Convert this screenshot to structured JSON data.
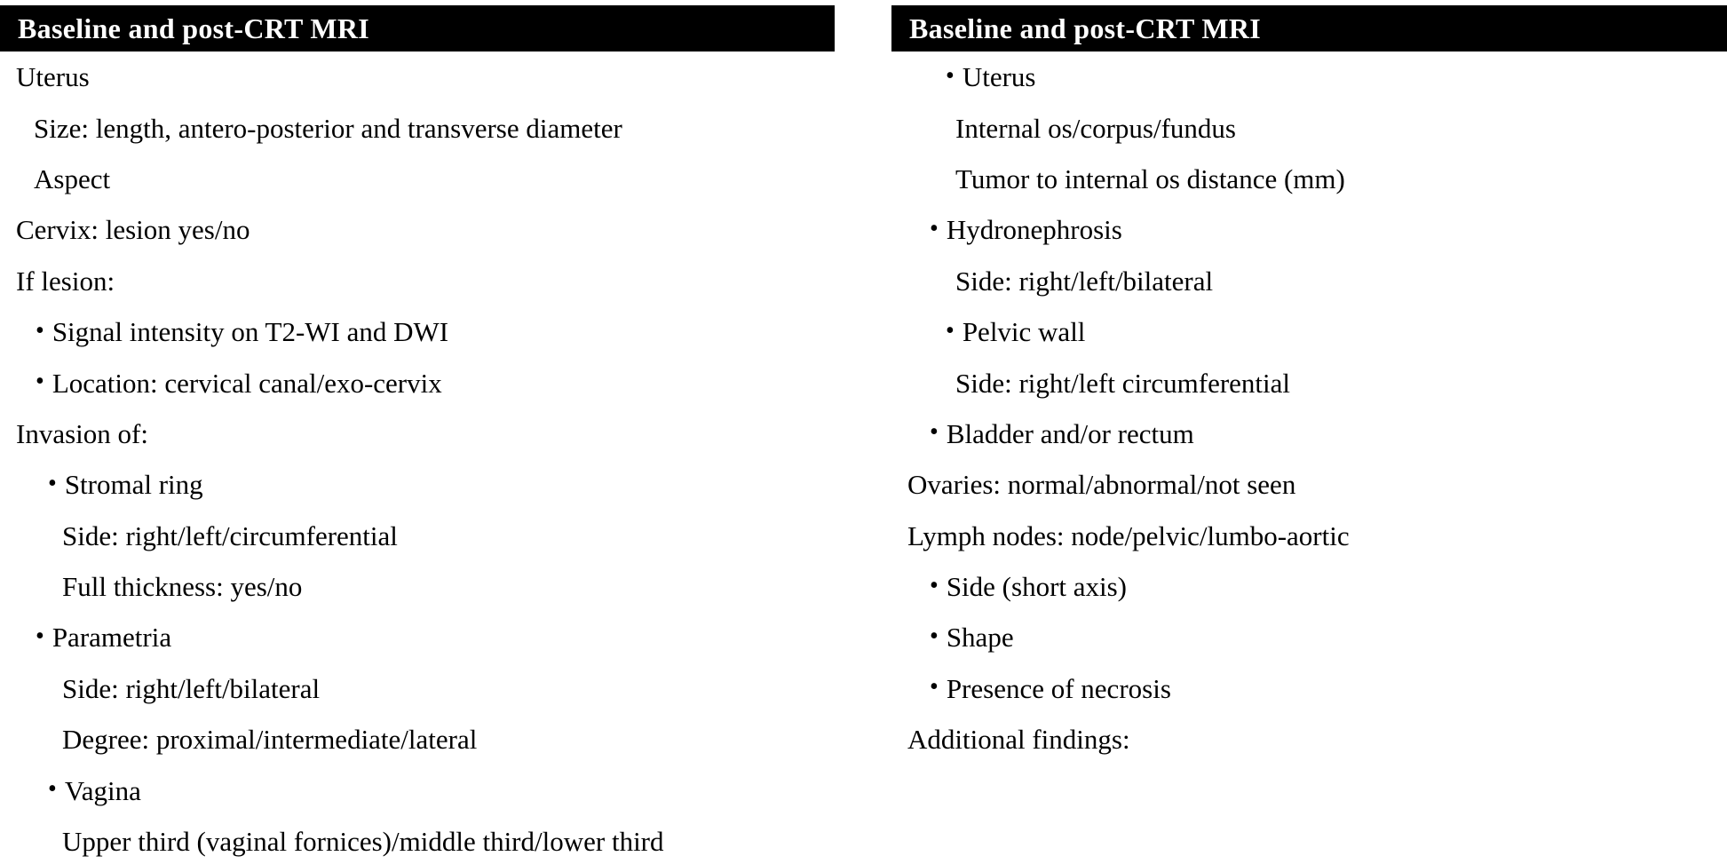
{
  "colors": {
    "header_bg": "#000000",
    "header_text": "#ffffff",
    "body_text": "#000000",
    "background": "#ffffff"
  },
  "glyphs": {
    "bullet": "•"
  },
  "left_panel": {
    "header": "Baseline and post-CRT MRI",
    "items": [
      {
        "text": "Uterus",
        "indent": 0,
        "bullet": false
      },
      {
        "text": "Size: length, antero-posterior and transverse diameter",
        "indent": 1,
        "bullet": false
      },
      {
        "text": "Aspect",
        "indent": 1,
        "bullet": false
      },
      {
        "text": "Cervix: lesion yes/no",
        "indent": 0,
        "bullet": false
      },
      {
        "text": "If lesion:",
        "indent": 0,
        "bullet": false
      },
      {
        "text": "Signal intensity on T2-WI and DWI",
        "indent": 2,
        "bullet": true
      },
      {
        "text": "Location: cervical canal/exo-cervix",
        "indent": 2,
        "bullet": true
      },
      {
        "text": "Invasion of:",
        "indent": 0,
        "bullet": false
      },
      {
        "text": "Stromal ring",
        "indent": 3,
        "bullet": true
      },
      {
        "text": "Side: right/left/circumferential",
        "indent": 4,
        "bullet": false
      },
      {
        "text": "Full thickness: yes/no",
        "indent": 4,
        "bullet": false
      },
      {
        "text": "Parametria",
        "indent": 2,
        "bullet": true
      },
      {
        "text": "Side: right/left/bilateral",
        "indent": 4,
        "bullet": false
      },
      {
        "text": "Degree: proximal/intermediate/lateral",
        "indent": 4,
        "bullet": false
      },
      {
        "text": "Vagina",
        "indent": 3,
        "bullet": true
      },
      {
        "text": "Upper third (vaginal fornices)/middle third/lower third",
        "indent": 4,
        "bullet": false
      }
    ]
  },
  "right_panel": {
    "header": "Baseline and post-CRT MRI",
    "items": [
      {
        "text": "Uterus",
        "indent": 3,
        "bullet": true
      },
      {
        "text": "Internal os/corpus/fundus",
        "indent": 4,
        "bullet": false
      },
      {
        "text": "Tumor to internal os distance (mm)",
        "indent": 4,
        "bullet": false
      },
      {
        "text": "Hydronephrosis",
        "indent": 2,
        "bullet": true
      },
      {
        "text": "Side: right/left/bilateral",
        "indent": 4,
        "bullet": false
      },
      {
        "text": "Pelvic wall",
        "indent": 3,
        "bullet": true
      },
      {
        "text": "Side: right/left circumferential",
        "indent": 4,
        "bullet": false
      },
      {
        "text": "Bladder and/or rectum",
        "indent": 2,
        "bullet": true
      },
      {
        "text": "Ovaries: normal/abnormal/not seen",
        "indent": 0,
        "bullet": false
      },
      {
        "text": "Lymph nodes: node/pelvic/lumbo-aortic",
        "indent": 0,
        "bullet": false
      },
      {
        "text": "Side (short axis)",
        "indent": 2,
        "bullet": true
      },
      {
        "text": "Shape",
        "indent": 2,
        "bullet": true
      },
      {
        "text": "Presence of necrosis",
        "indent": 2,
        "bullet": true
      },
      {
        "text": "Additional findings:",
        "indent": 0,
        "bullet": false
      }
    ]
  }
}
